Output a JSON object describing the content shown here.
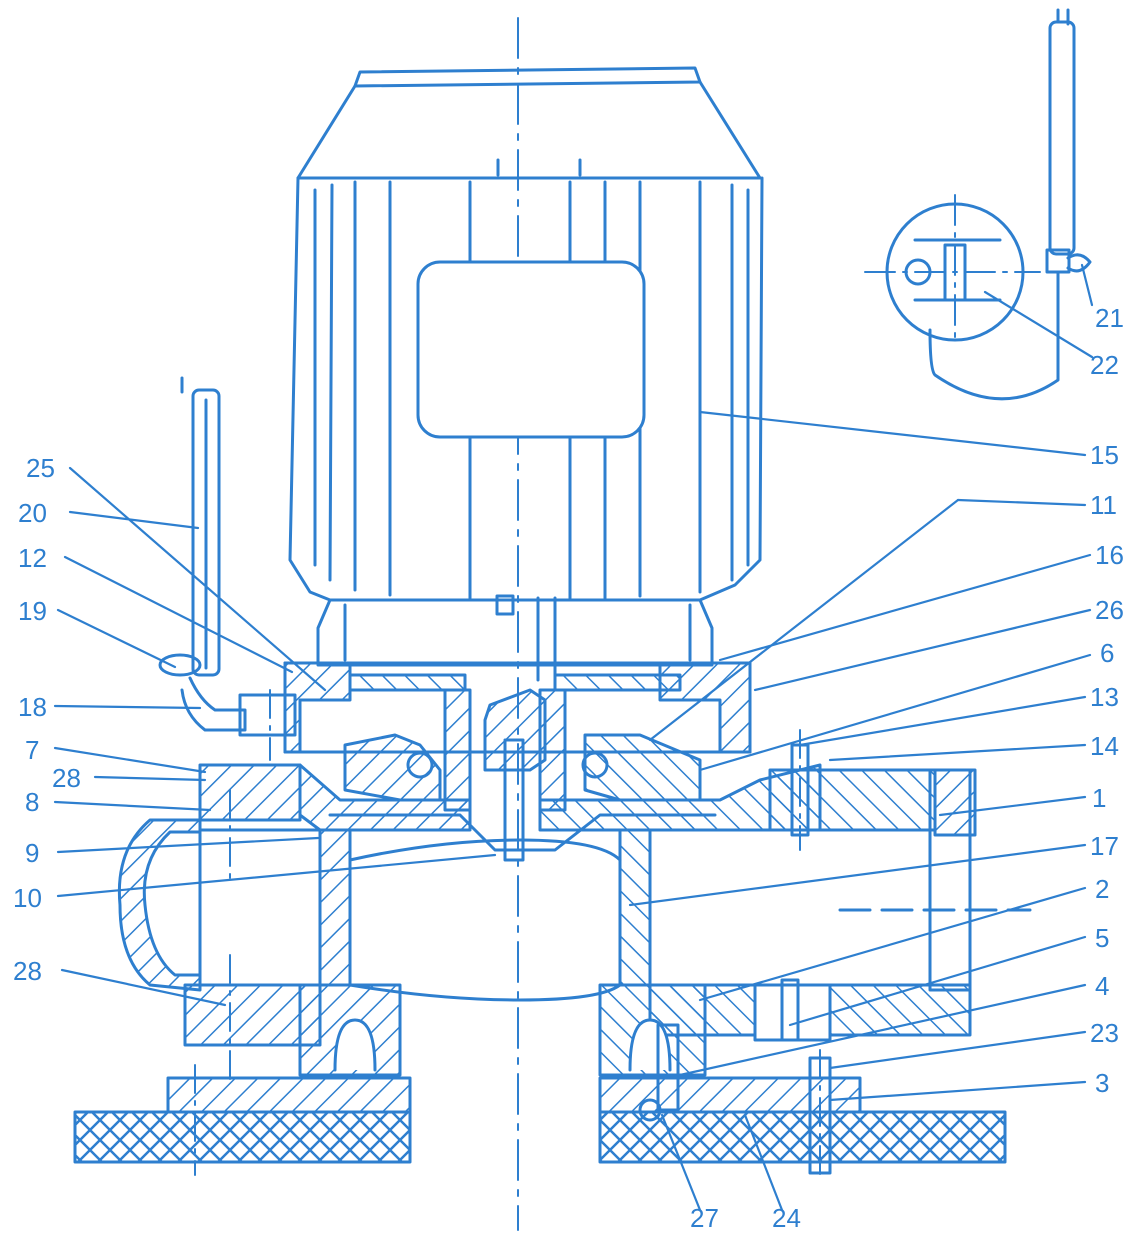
{
  "diagram": {
    "ink_color": "#2e7fcf",
    "background": "#ffffff",
    "labels": [
      "25",
      "20",
      "12",
      "19",
      "18",
      "7",
      "28",
      "8",
      "9",
      "10",
      "28",
      "15",
      "11",
      "16",
      "26",
      "6",
      "13",
      "14",
      "1",
      "17",
      "2",
      "5",
      "4",
      "23",
      "3",
      "21",
      "22",
      "27",
      "24"
    ]
  }
}
